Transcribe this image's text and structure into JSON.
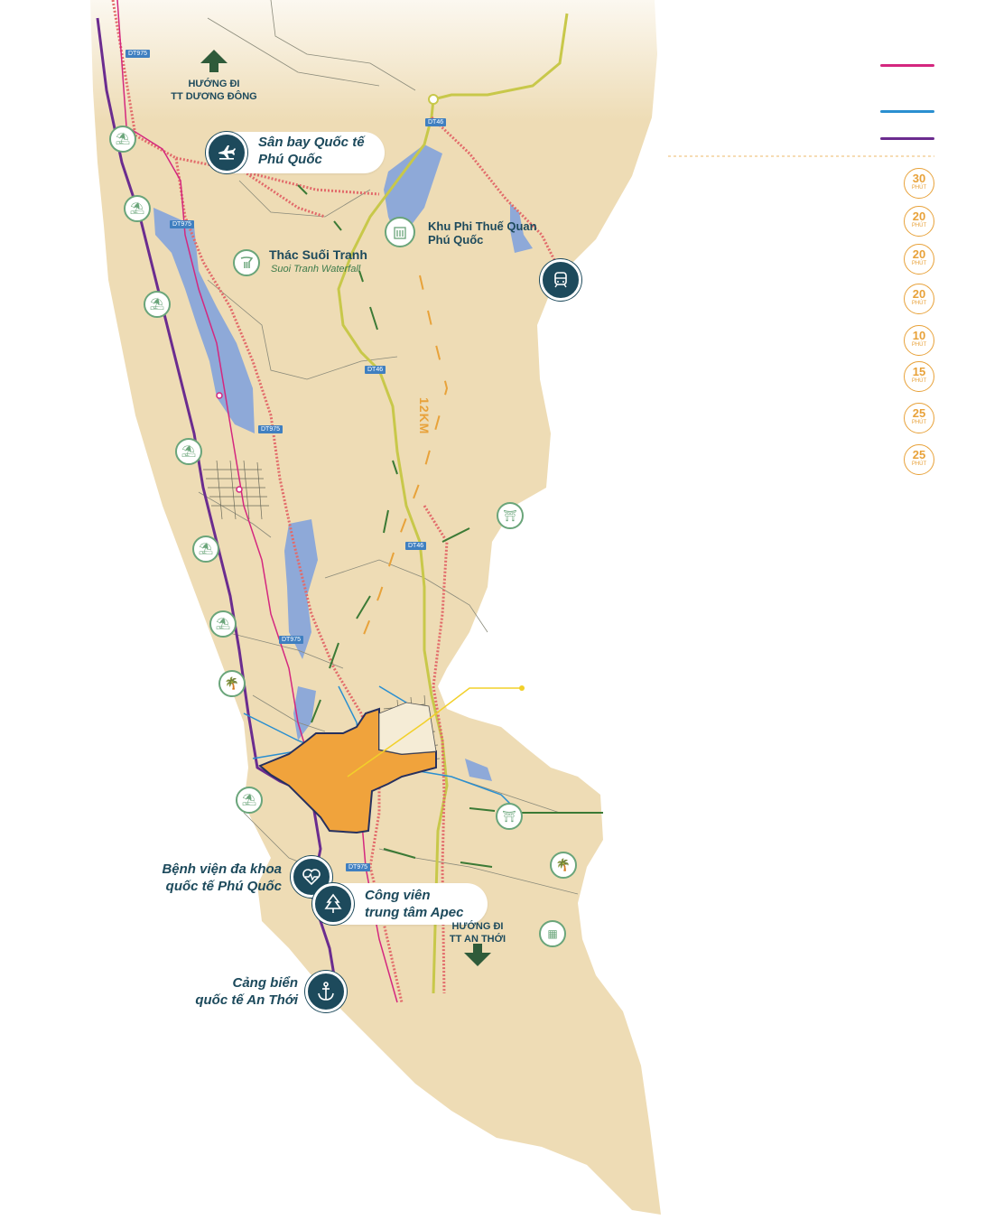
{
  "labels": {
    "airport": [
      "Sân bay Quốc tế",
      "Phú Quốc"
    ],
    "north_direction": [
      "HƯỚNG ĐI",
      "TT DƯƠNG ĐÔNG"
    ],
    "waterfall_name": "Thác Suối Tranh",
    "waterfall_sub": "Suoi Tranh Waterfall",
    "tax_free_zone": [
      "Khu Phi Thuế Quan",
      "Phú Quốc"
    ],
    "distance": "12KM",
    "hospital": [
      "Bệnh viện đa khoa",
      "quốc tế Phú Quốc"
    ],
    "park": [
      "Công viên",
      "trung tâm Apec"
    ],
    "south_direction": [
      "HƯỚNG ĐI",
      "TT AN THỚI"
    ],
    "seaport": [
      "Cảng biển",
      "quốc tế An Thới"
    ]
  },
  "road_tags": [
    "DT975",
    "DT975",
    "DT46",
    "DT46",
    "DT975",
    "DT46",
    "DT975",
    "DT975"
  ],
  "minutes": [
    {
      "value": "30",
      "unit": "PHÚT"
    },
    {
      "value": "20",
      "unit": "PHÚT"
    },
    {
      "value": "20",
      "unit": "PHÚT"
    },
    {
      "value": "20",
      "unit": "PHÚT"
    },
    {
      "value": "10",
      "unit": "PHÚT"
    },
    {
      "value": "15",
      "unit": "PHÚT"
    },
    {
      "value": "25",
      "unit": "PHÚT"
    },
    {
      "value": "25",
      "unit": "PHÚT"
    }
  ],
  "colors": {
    "land": "#eedcb5",
    "water": "#8ea9d8",
    "project": "#f0a33c",
    "navy": "#1d4a5c",
    "magenta": "#d4277f",
    "blue": "#2a8fd0",
    "purple": "#6b2c8f",
    "highway": "#c8c84a",
    "orange": "#e8a23a"
  },
  "icons": {
    "airport": "airplane-icon",
    "train": "train-icon",
    "hospital": "heart-pulse-icon",
    "park": "tree-icon",
    "port": "anchor-icon",
    "beach": "beach-umbrella-icon",
    "palm": "palm-tree-icon",
    "temple": "temple-icon",
    "waterfall": "waterfall-icon",
    "building": "building-icon"
  }
}
